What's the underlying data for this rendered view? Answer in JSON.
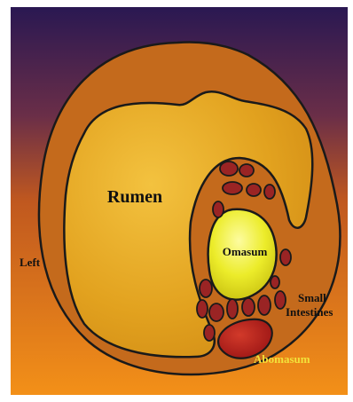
{
  "labels": {
    "rumen": "Rumen",
    "omasum": "Omasum",
    "left": "Left",
    "small_intestines_line1": "Small",
    "small_intestines_line2": "Intestines",
    "abomasum": "Abomasum"
  },
  "colors": {
    "bg_top": "#2a1852",
    "bg_mid": "#a54a2a",
    "bg_bottom": "#f08a1a",
    "body_wall": "#c46a1c",
    "rumen_fill": "#e0a020",
    "rumen_highlight": "#f0c040",
    "omasum_fill": "#e6e000",
    "omasum_highlight": "#fcfc90",
    "intestine_fill": "#9a2424",
    "abomasum_fill": "#b01e1e",
    "outline": "#1a1a1a",
    "abomasum_label": "#f2e23a",
    "text_dark": "#111111"
  }
}
